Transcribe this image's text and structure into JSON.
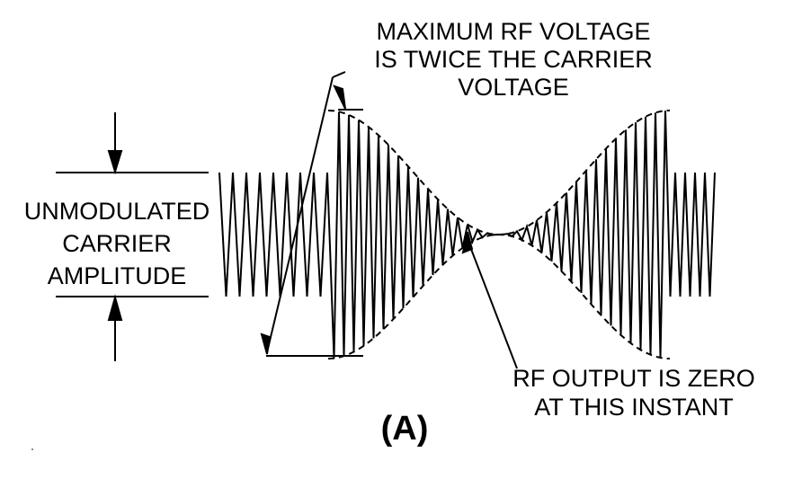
{
  "figure": {
    "panel_label": "(A)",
    "max_voltage_callout": {
      "line1": "MAXIMUM RF VOLTAGE",
      "line2": "IS TWICE THE CARRIER",
      "line3": "VOLTAGE"
    },
    "carrier_amplitude_label": {
      "line1": "UNMODULATED",
      "line2": "CARRIER",
      "line3": "AMPLITUDE"
    },
    "zero_output_callout": {
      "line1": "RF OUTPUT IS ZERO",
      "line2": "AT THIS INSTANT"
    }
  },
  "colors": {
    "ink": "#000000",
    "background": "#ffffff"
  }
}
